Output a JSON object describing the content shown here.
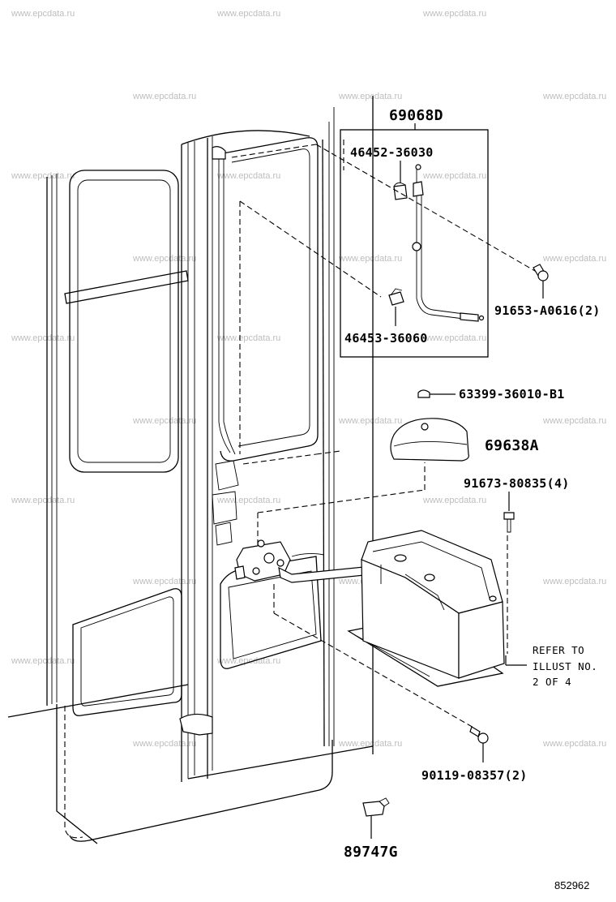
{
  "watermark": "www.epcdata.ru",
  "parts": {
    "p69068D": "69068D",
    "p46452": "46452-36030",
    "p46453": "46453-36060",
    "p91653": "91653-A0616(2)",
    "p63399": "63399-36010-B1",
    "p69638A": "69638A",
    "p91673": "91673-80835(4)",
    "p90119": "90119-08357(2)",
    "p89747G": "89747G"
  },
  "refer_note": {
    "line1": "REFER TO",
    "line2": "ILLUST NO.",
    "line3": "2 OF 4"
  },
  "illustration_number": "852962"
}
